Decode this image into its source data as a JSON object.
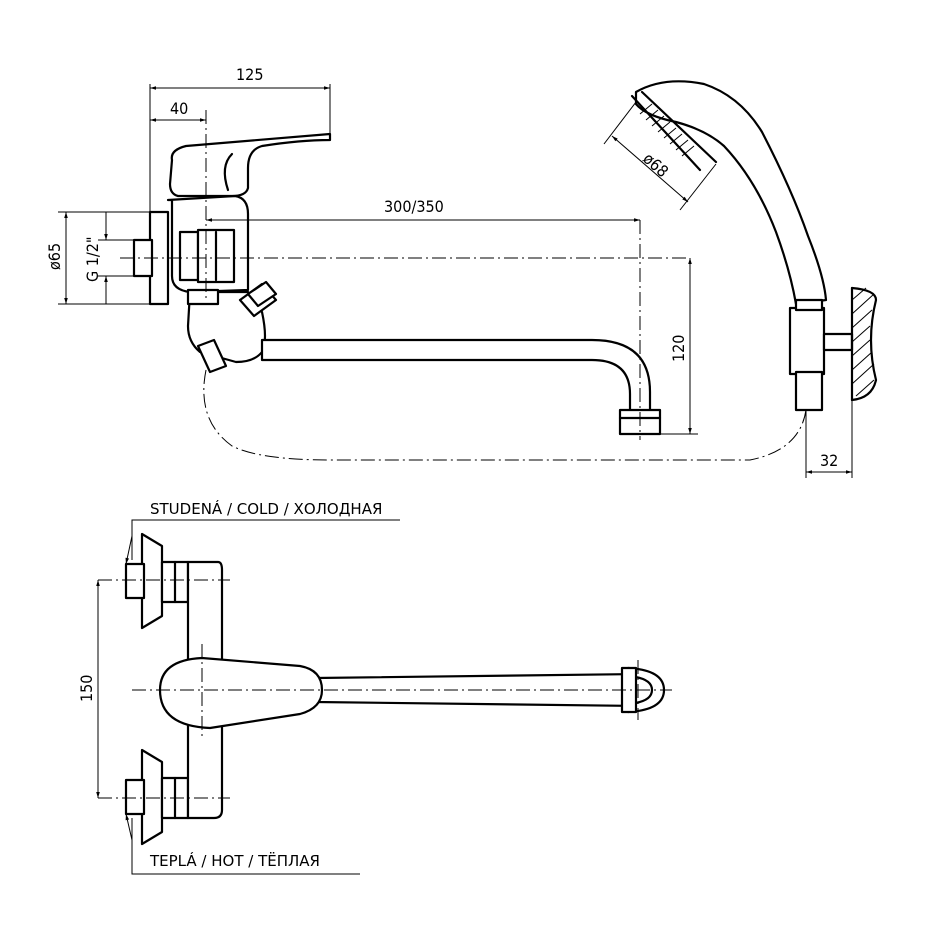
{
  "dimensions": {
    "d125": "125",
    "d40": "40",
    "d300": "300/350",
    "d65": "ø65",
    "g12": "G 1/2\"",
    "d120": "120",
    "d68": "ø68",
    "d32": "32",
    "d150": "150"
  },
  "labels": {
    "cold": "STUDENÁ / COLD / ХОЛОДНАЯ",
    "hot": "TEPLÁ / HOT / TЁПЛАЯ"
  }
}
